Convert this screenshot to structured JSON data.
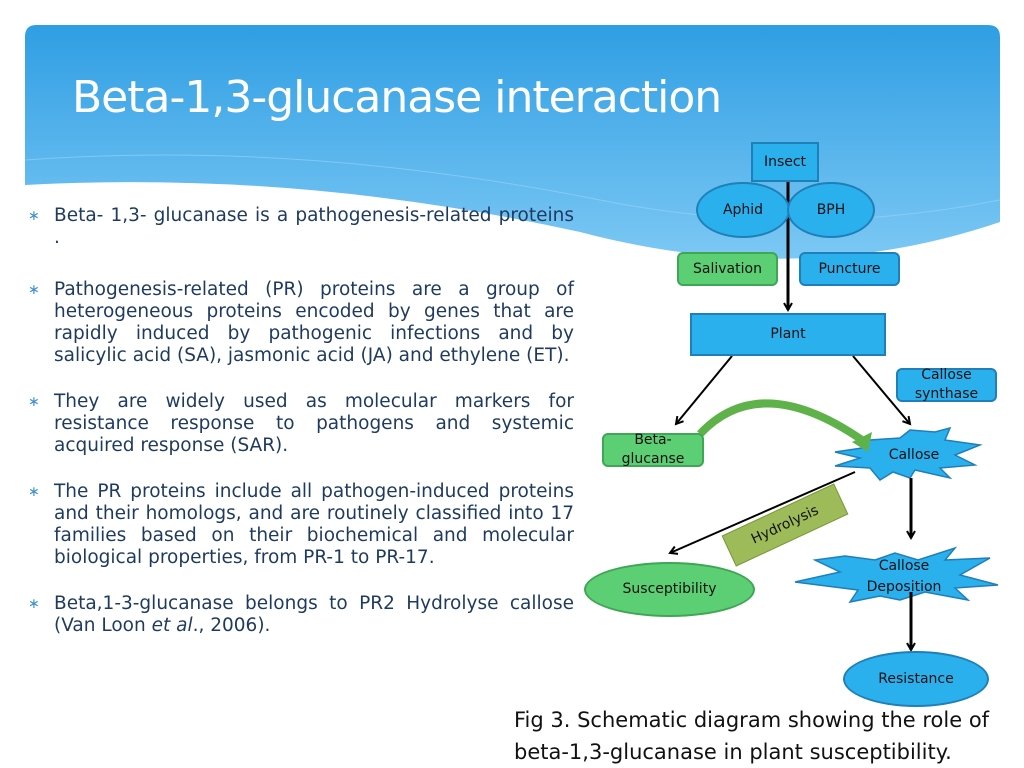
{
  "title": "Beta-1,3-glucanase interaction",
  "bullets": [
    "Beta- 1,3- glucanase is a pathogenesis-related proteins .",
    "Pathogenesis-related (PR) proteins are a group of heterogeneous proteins encoded by genes that are rapidly induced by pathogenic infections and by salicylic acid (SA), jasmonic acid (JA) and ethylene (ET).",
    "They are widely used as molecular markers for resistance response to pathogens and systemic acquired response (SAR).",
    "The PR proteins include all pathogen-induced proteins and their homologs, and are routinely classified into 17 families based on their biochemical and molecular biological properties, from PR-1 to PR-17."
  ],
  "last_bullet": {
    "text": "Beta,1-3-glucanase belongs to PR2 Hydrolyse callose (Van Loon ",
    "italic": "et al",
    "tail": "., 2006)."
  },
  "bullet_marker": "∗",
  "diagram": {
    "insect": "Insect",
    "aphid": "Aphid",
    "bph": "BPH",
    "salivation": "Salivation",
    "puncture": "Puncture",
    "plant": "Plant",
    "callose_synthase": "Callose synthase",
    "beta_glucanse": "Beta- glucanse",
    "callose": "Callose",
    "hydrolysis": "Hydrolysis",
    "susceptibility": "Susceptibility",
    "callose_deposition": "Callose Deposition",
    "resistance": "Resistance"
  },
  "caption": [
    "Fig 3. Schematic diagram showing the role of",
    "beta-1,3-glucanase in plant susceptibility."
  ],
  "colors": {
    "blue": "#2bb0ee",
    "green": "#5cce73",
    "hydrolysis": "#9dbb59",
    "text": "#1e3a5f"
  }
}
